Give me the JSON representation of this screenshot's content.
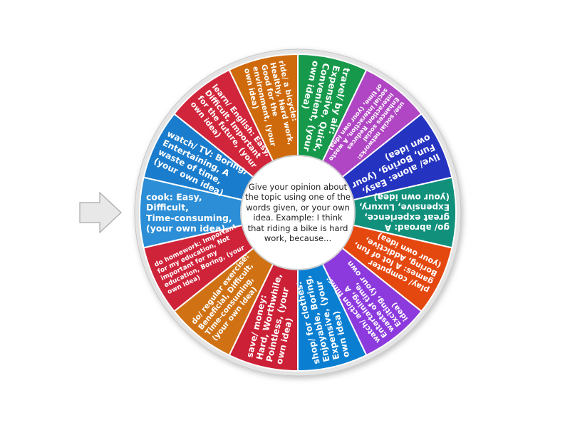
{
  "center_prompt": "Give your opinion about the topic using one of the words given, or your own idea. Example: I think that riding a bike is hard work, because...",
  "pointer_icon": "arrow-right-icon",
  "segments": [
    {
      "label": "cook: Easy, Difficult, Time-consuming, (your own idea)",
      "color": "#2b8ed6"
    },
    {
      "label": "watch/ TV: Boring, Entertaining, A waste of time, (your own idea)",
      "color": "#1a7ccc"
    },
    {
      "label": "learn/ English: Easy, Difficult, Important for the future, (your own idea)",
      "color": "#d0253a"
    },
    {
      "label": "ride/ a bicycle: Healthy, Hard work, Good for the environment, (your own idea)",
      "color": "#cf6a0c"
    },
    {
      "label": "travel/ by air: Expensive, Quick, Convenient, (your own idea)",
      "color": "#16994a"
    },
    {
      "label": "use/ social networks: Enhances social interaction, Reduces social interaction, A waste of time, (your own idea)",
      "color": "#b046c4"
    },
    {
      "label": "live/ alone: Easy, Fun, Boring, (your own idea)",
      "color": "#2433c0"
    },
    {
      "label": "go/ abroad: A great experience, Expensive, Luxury, (your own idea)",
      "color": "#11907c"
    },
    {
      "label": "play/ computer games: A lot of fun, Boring, Addictive, (your own idea)",
      "color": "#e5480f"
    },
    {
      "label": "watch/ action films: Entertaining, A waste of time, Exciting, (your own idea)",
      "color": "#8c3ade"
    },
    {
      "label": "shop/ for clothes: Enjoyable, Boring, Expensive, (your own idea)",
      "color": "#0a7fd2"
    },
    {
      "label": "save/ money: Hard, Worthwhile, Pointless, (your own idea)",
      "color": "#cc2036"
    },
    {
      "label": "do/ regular exercise: Beneficial, Difficult, Time-consuming, (your own idea)",
      "color": "#d07214"
    },
    {
      "label": "do homework: Important for my education, Not important for my education, Boring, (your own idea)",
      "color": "#cf233a"
    }
  ]
}
